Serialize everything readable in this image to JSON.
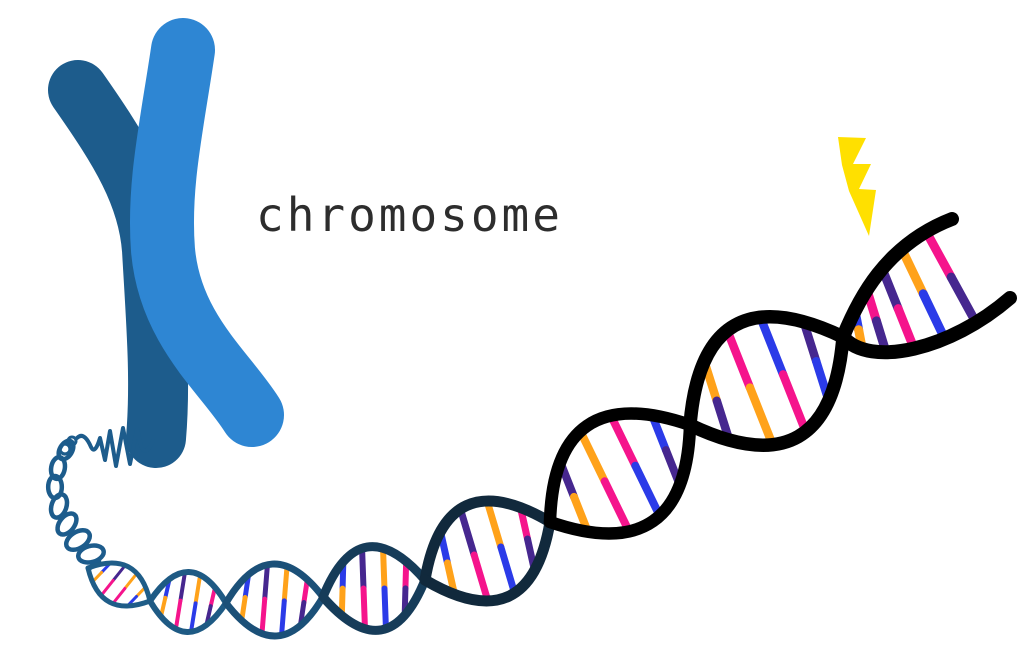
{
  "label": {
    "text": "chromosome"
  },
  "palette": {
    "background": "#ffffff",
    "chromatid_dark": "#1d5c8c",
    "chromatid_light": "#2e86d3",
    "coil": "#1d5c8c",
    "bolt_yellow": "#ffe000",
    "label_text": "#2d2d2d",
    "base_orange": "#ffa21a",
    "base_pink": "#f5148c",
    "base_blue": "#2b3be8",
    "base_purple": "#46278f"
  },
  "figure": {
    "description": "Blue X-shaped chromosome unwinding through a coiled strand into a DNA double helix that enlarges toward the upper right, where its open end is struck by a yellow lightning bolt",
    "helix": {
      "strand_colors": [
        "#1f5d88",
        "#1e5a84",
        "#1b5078",
        "#163c59",
        "#11293c",
        "#000000",
        "#000000"
      ],
      "strand_widths": [
        5,
        6,
        7,
        9,
        11,
        12.5,
        13.5
      ],
      "rung_widths": [
        3,
        4,
        5,
        6,
        7,
        8,
        8.5
      ],
      "amps": [
        20,
        30,
        36,
        42,
        50,
        58,
        64
      ],
      "rung_pairs": [
        [
          [
            "blue",
            "orange"
          ],
          [
            "purple",
            "pink"
          ],
          [
            "orange",
            "pink"
          ],
          [
            "orange",
            "blue"
          ]
        ],
        [
          [
            "blue",
            "orange"
          ],
          [
            "purple",
            "pink"
          ],
          [
            "orange",
            "blue"
          ],
          [
            "pink",
            "purple"
          ]
        ],
        [
          [
            "blue",
            "orange"
          ],
          [
            "purple",
            "pink"
          ],
          [
            "orange",
            "blue"
          ],
          [
            "pink",
            "purple"
          ]
        ],
        [
          [
            "blue",
            "orange"
          ],
          [
            "purple",
            "pink"
          ],
          [
            "orange",
            "blue"
          ],
          [
            "pink",
            "purple"
          ]
        ],
        [
          [
            "blue",
            "orange"
          ],
          [
            "purple",
            "pink"
          ],
          [
            "orange",
            "blue"
          ],
          [
            "pink",
            "purple"
          ]
        ],
        [
          [
            "purple",
            "orange"
          ],
          [
            "orange",
            "pink"
          ],
          [
            "pink",
            "blue"
          ],
          [
            "blue",
            "purple"
          ]
        ],
        [
          [
            "orange",
            "purple"
          ],
          [
            "pink",
            "orange"
          ],
          [
            "blue",
            "pink"
          ],
          [
            "purple",
            "blue"
          ]
        ]
      ],
      "open_end": {
        "strand_color": "#000000",
        "strand_width": 14,
        "rung_width": 9,
        "rung_pairs": [
          [
            "blue",
            "orange"
          ],
          [
            "pink",
            "purple"
          ],
          [
            "purple",
            "pink"
          ],
          [
            "orange",
            "blue"
          ],
          [
            "pink",
            "purple"
          ]
        ]
      }
    }
  }
}
